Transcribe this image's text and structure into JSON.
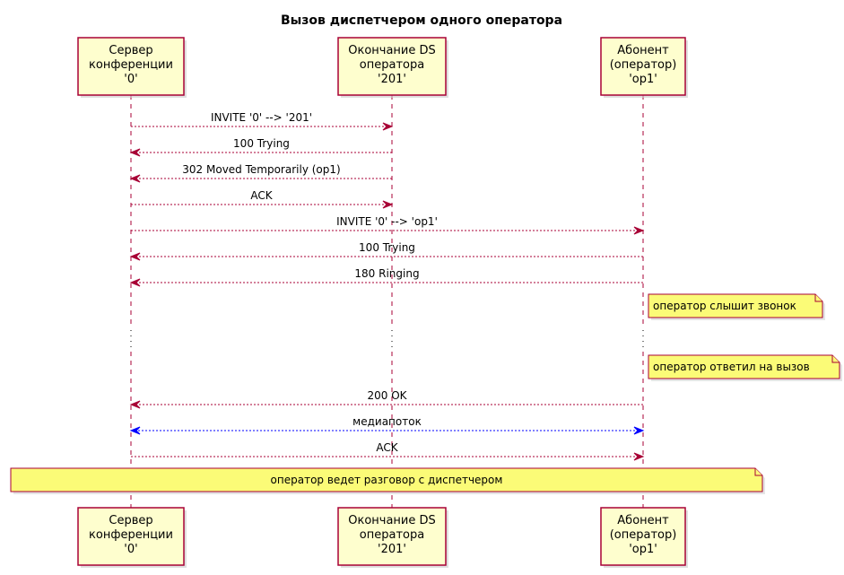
{
  "title": "Вызов диспетчером одного оператора",
  "participants": [
    {
      "id": "srv",
      "lines": [
        "Сервер",
        "конференции",
        "'0'"
      ]
    },
    {
      "id": "ds",
      "lines": [
        "Окончание DS",
        "оператора",
        "'201'"
      ]
    },
    {
      "id": "op",
      "lines": [
        "Абонент",
        "(оператор)",
        "'op1'"
      ]
    }
  ],
  "messages": [
    {
      "from": "srv",
      "to": "ds",
      "label": "INVITE '0' --> '201'"
    },
    {
      "from": "ds",
      "to": "srv",
      "label": "100 Trying"
    },
    {
      "from": "ds",
      "to": "srv",
      "label": "302 Moved Temporarily (op1)"
    },
    {
      "from": "srv",
      "to": "ds",
      "label": "ACK"
    },
    {
      "from": "srv",
      "to": "op",
      "label": "INVITE '0' --> 'op1'"
    },
    {
      "from": "op",
      "to": "srv",
      "label": "100 Trying"
    },
    {
      "from": "op",
      "to": "srv",
      "label": "180 Ringing"
    },
    {
      "from": "op",
      "to": "srv",
      "label": "200 OK"
    },
    {
      "from": "srv",
      "to": "op",
      "label": "медиапоток",
      "bidirectional": true,
      "color": "#0000ff"
    },
    {
      "from": "srv",
      "to": "op",
      "label": "ACK"
    }
  ],
  "notes": [
    {
      "text": "оператор слышит звонок"
    },
    {
      "text": "оператор ответил на вызов"
    },
    {
      "text": "оператор ведет разговор с диспетчером"
    }
  ],
  "colors": {
    "participant_fill": "#fefece",
    "participant_border": "#a80036",
    "arrow": "#a80036",
    "media_arrow": "#0000ff",
    "note_fill": "#fbfb77",
    "note_border": "#a80036"
  }
}
